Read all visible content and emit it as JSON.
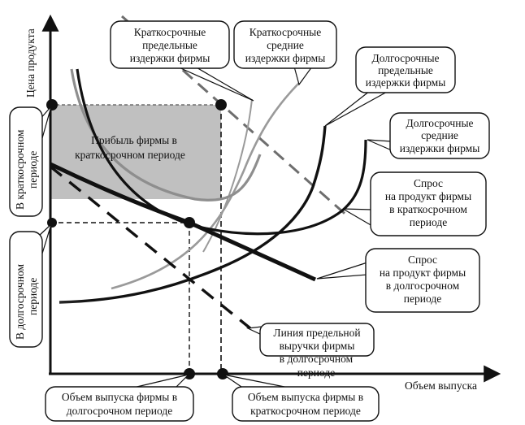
{
  "axes": {
    "y_label": "Цена продукта",
    "x_label": "Объем выпуска"
  },
  "profit_area": {
    "label_line1": "Прибыль фирмы в",
    "label_line2": "краткосрочном периоде",
    "fill_color": "#c0c0c0"
  },
  "callouts": {
    "srmc": [
      "Краткосрочные",
      "предельные",
      "издержки фирмы"
    ],
    "srac": [
      "Краткосрочные",
      "средние",
      "издержки фирмы"
    ],
    "lrmc": [
      "Долгосрочные",
      "предельные",
      "издержки фирмы"
    ],
    "lrac": [
      "Долгосрочные",
      "средние",
      "издержки фирмы"
    ],
    "sr_demand": [
      "Спрос",
      "на продукт фирмы",
      "в краткосрочном",
      "периоде"
    ],
    "lr_demand": [
      "Спрос",
      "на продукт фирмы",
      "в долгосрочном",
      "периоде"
    ],
    "mr": [
      "Линия предельной",
      "выручки фирмы"
    ],
    "mr_extra": [
      "в долгосрочном",
      "периоде"
    ],
    "price_short": [
      "В краткосрочном",
      "периоде"
    ],
    "price_long": [
      "В долгосрочном",
      "периоде"
    ],
    "qty_long": [
      "Объем выпуска фирмы в",
      "долгосрочном периоде"
    ],
    "qty_short": [
      "Объем выпуска фирмы в",
      "краткосрочном периоде"
    ]
  },
  "colors": {
    "black": "#111111",
    "gray_curve": "#9a9a9a",
    "dark_gray": "#6e6e6e"
  }
}
